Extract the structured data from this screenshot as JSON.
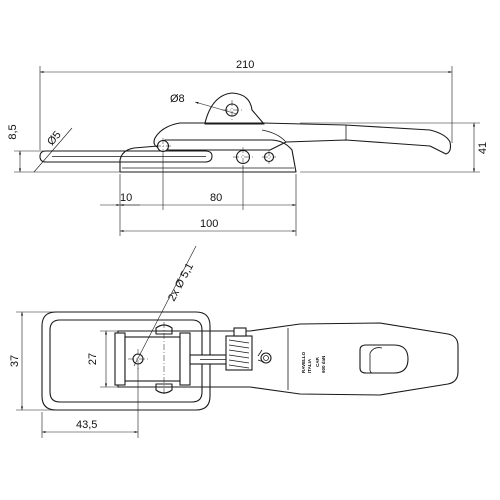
{
  "dimensions": {
    "overall_length": "210",
    "height": "41",
    "hole_small": "Ø8",
    "rod_dia": "Ø5",
    "rod_offset": "8,5",
    "pin_offset": "10",
    "pivot_span": "80",
    "base_length": "100",
    "mount_holes": "2x Ø 5,1",
    "width": "37",
    "inner_width": "27",
    "loop_length": "43,5"
  },
  "stamp": {
    "brand_line1": "RAVELLO",
    "brand_line2": "ITALIA",
    "cap_line1": "CAP.",
    "cap_line2": "600 daN"
  }
}
